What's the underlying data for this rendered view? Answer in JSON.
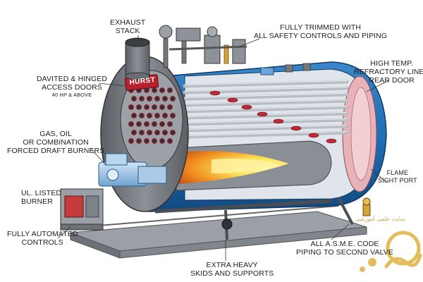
{
  "labels": {
    "exhaust_stack": [
      "EXHAUST",
      "STACK"
    ],
    "fully_trimmed": [
      "FULLY TRIMMED WITH",
      "ALL SAFETY CONTROLS AND PIPING"
    ],
    "refractory": [
      "HIGH TEMP.",
      "REFRACTORY LINED",
      "REAR DOOR"
    ],
    "access_doors": [
      "DAVITED & HINGED",
      "ACCESS DOORS"
    ],
    "access_doors_note": "40 HP & ABOVE",
    "burners": [
      "GAS, OIL",
      "OR COMBINATION",
      "FORCED DRAFT BURNERS"
    ],
    "ul_burner": [
      "UL. LISTED",
      "BURNER"
    ],
    "controls": [
      "FULLY AUTOMATED",
      "CONTROLS"
    ],
    "flame_port": [
      "FLAME",
      "SIGHT PORT"
    ],
    "piping": [
      "ALL A.S.M.E. CODE",
      "PIPING TO SECOND VALVE"
    ],
    "skids": [
      "EXTRA HEAVY",
      "SKIDS AND SUPPORTS"
    ]
  },
  "brand_plate": "HURST",
  "watermark_text": "سایت علمی آموزشی",
  "colors": {
    "shell_blue": "#1f6fb5",
    "shell_blue_dark": "#124a80",
    "steel_grey": "#7d8288",
    "steel_dark": "#4a4d51",
    "tube_red": "#c0283a",
    "flame_orange": "#f08a1c",
    "flame_yellow": "#fbe25a",
    "refractory_pink": "#e7b2b8",
    "burner_blue": "#8fc0e8",
    "label_text": "#1e1e1e",
    "watermark": "#e3b54a"
  },
  "icons": [
    "boiler-illustration",
    "burner-icon",
    "valve-icon",
    "watermark-logo"
  ]
}
